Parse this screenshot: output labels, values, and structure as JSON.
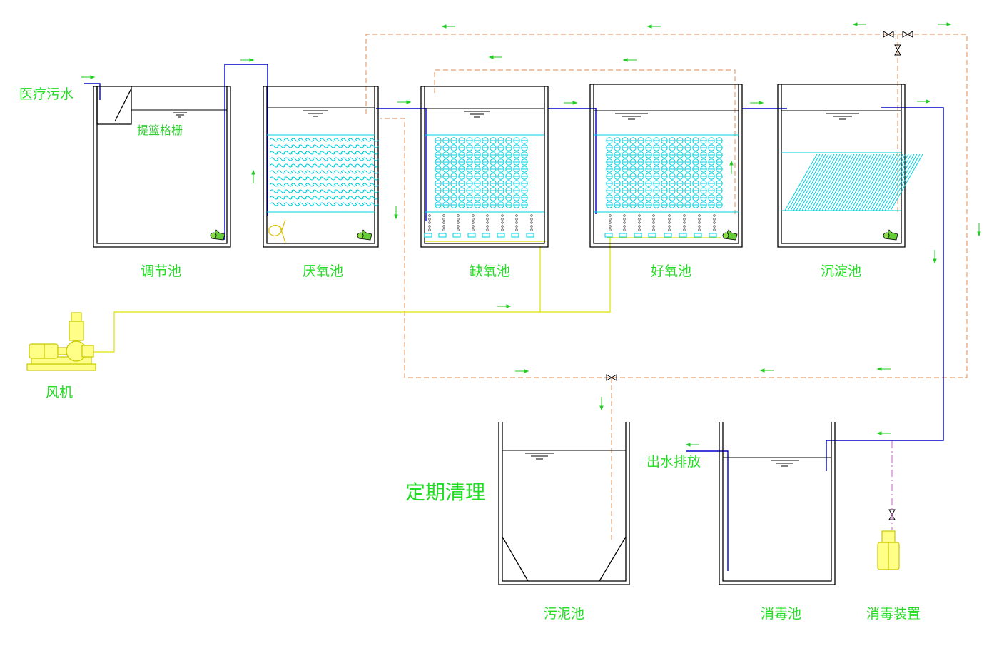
{
  "labels": {
    "influent": "医疗污水",
    "screen": "提篮格栅",
    "regulating_tank": "调节池",
    "anaerobic_tank": "厌氧池",
    "anoxic_tank": "缺氧池",
    "aerobic_tank": "好氧池",
    "sedimentation_tank": "沉淀池",
    "blower": "风机",
    "sludge_tank": "污泥池",
    "periodic_cleaning": "定期清理",
    "effluent": "出水排放",
    "disinfection_tank": "消毒池",
    "disinfection_device": "消毒装置"
  },
  "colors": {
    "label": "#22dd22",
    "tank_outline": "#000000",
    "water_pipe": "#0000cc",
    "air_pipe": "#e0e000",
    "sludge_return": "#e8a070",
    "media": "#00d0e0",
    "flow_arrow": "#22cc22",
    "dosing_line": "#e070e0"
  }
}
